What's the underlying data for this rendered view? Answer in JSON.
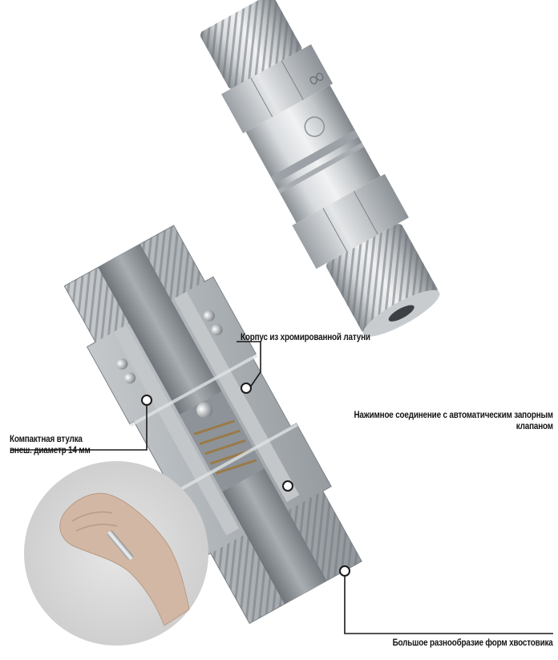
{
  "callouts": {
    "housing": "Корпус из хромированной латуни",
    "push_connection_line1": "Нажимное соединение с автоматическим запорным",
    "push_connection_line2": "клапаном",
    "sleeve_line1": "Компактная втулка",
    "sleeve_line2": "внеш. диаметр 14 мм",
    "tail_variety": "Большое разнообразие форм хвостовика"
  },
  "colors": {
    "metal_light": "#e2e4e6",
    "metal_mid": "#b9bdc1",
    "metal_dark": "#7d8388",
    "leader_line": "#1a1a1a",
    "inset_bg": "#dcdcdc",
    "text": "#141414"
  },
  "icons": {
    "brand_logo": "brand-logo-icon"
  }
}
